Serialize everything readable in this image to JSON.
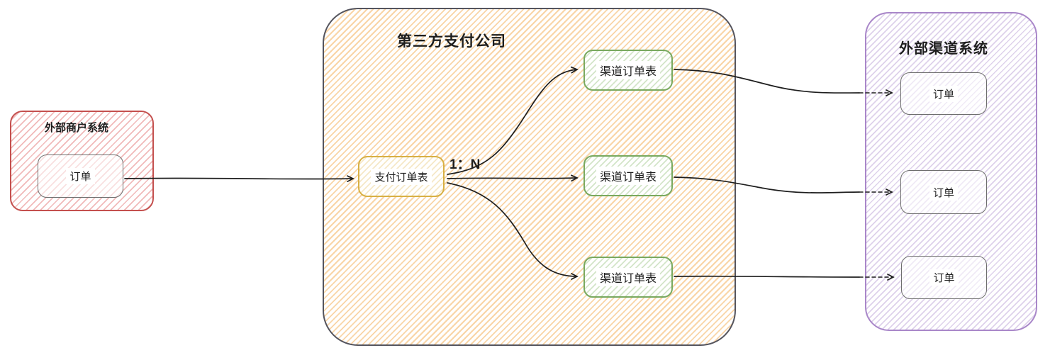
{
  "diagram": {
    "merchant": {
      "title": "外部商户系统",
      "order_label": "订单"
    },
    "payment": {
      "title": "第三方支付公司",
      "payment_table_label": "支付订单表",
      "relation_label": "1：N",
      "channel_tables": [
        {
          "label": "渠道订单表"
        },
        {
          "label": "渠道订单表"
        },
        {
          "label": "渠道订单表"
        }
      ]
    },
    "channel": {
      "title": "外部渠道系统",
      "orders": [
        {
          "label": "订单"
        },
        {
          "label": "订单"
        },
        {
          "label": "订单"
        }
      ]
    },
    "colors": {
      "merchant_border": "#c4504e",
      "merchant_hatch": "#eba9a9",
      "payment_border": "#55555e",
      "payment_hatch": "#f6c493",
      "payment_table_border": "#d8b044",
      "payment_table_hatch": "#f3e2b4",
      "channel_table_border": "#79a95f",
      "channel_table_hatch": "#c9e2bc",
      "channel_border": "#a987c9",
      "channel_hatch": "#d7c9e6",
      "inner_node_border": "#6e6e6e",
      "connector_stroke": "#1e1e1e",
      "background": "#ffffff"
    }
  }
}
